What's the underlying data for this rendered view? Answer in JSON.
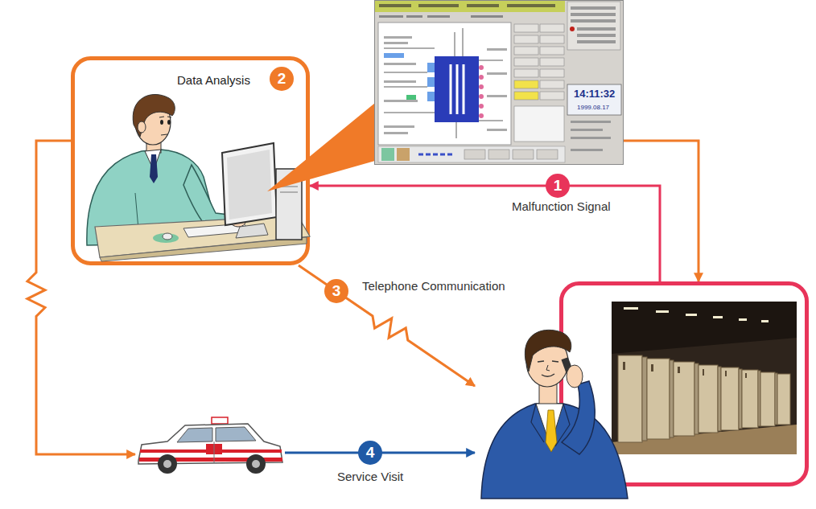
{
  "diagram": {
    "nodes": [
      {
        "text": [
          "Data Analysis"
        ]
      },
      {
        "text": [
          "14:11:32",
          "1999.08.17"
        ]
      },
      {
        "text": []
      },
      {
        "text": []
      }
    ],
    "edges": [
      {
        "from": 2,
        "to": 0,
        "arrow": "to",
        "label": "Malfunction Signal"
      },
      {
        "from": 1,
        "to": 2,
        "arrow": "to"
      },
      {
        "from": 0,
        "to": 2,
        "arrow": "to",
        "label": "Telephone Communication"
      },
      {
        "from": 0,
        "to": 3,
        "arrow": "to"
      },
      {
        "from": 3,
        "to": 2,
        "arrow": "to",
        "label": "Service Visit"
      }
    ],
    "labels": [
      "1",
      "2",
      "3",
      "4"
    ]
  }
}
